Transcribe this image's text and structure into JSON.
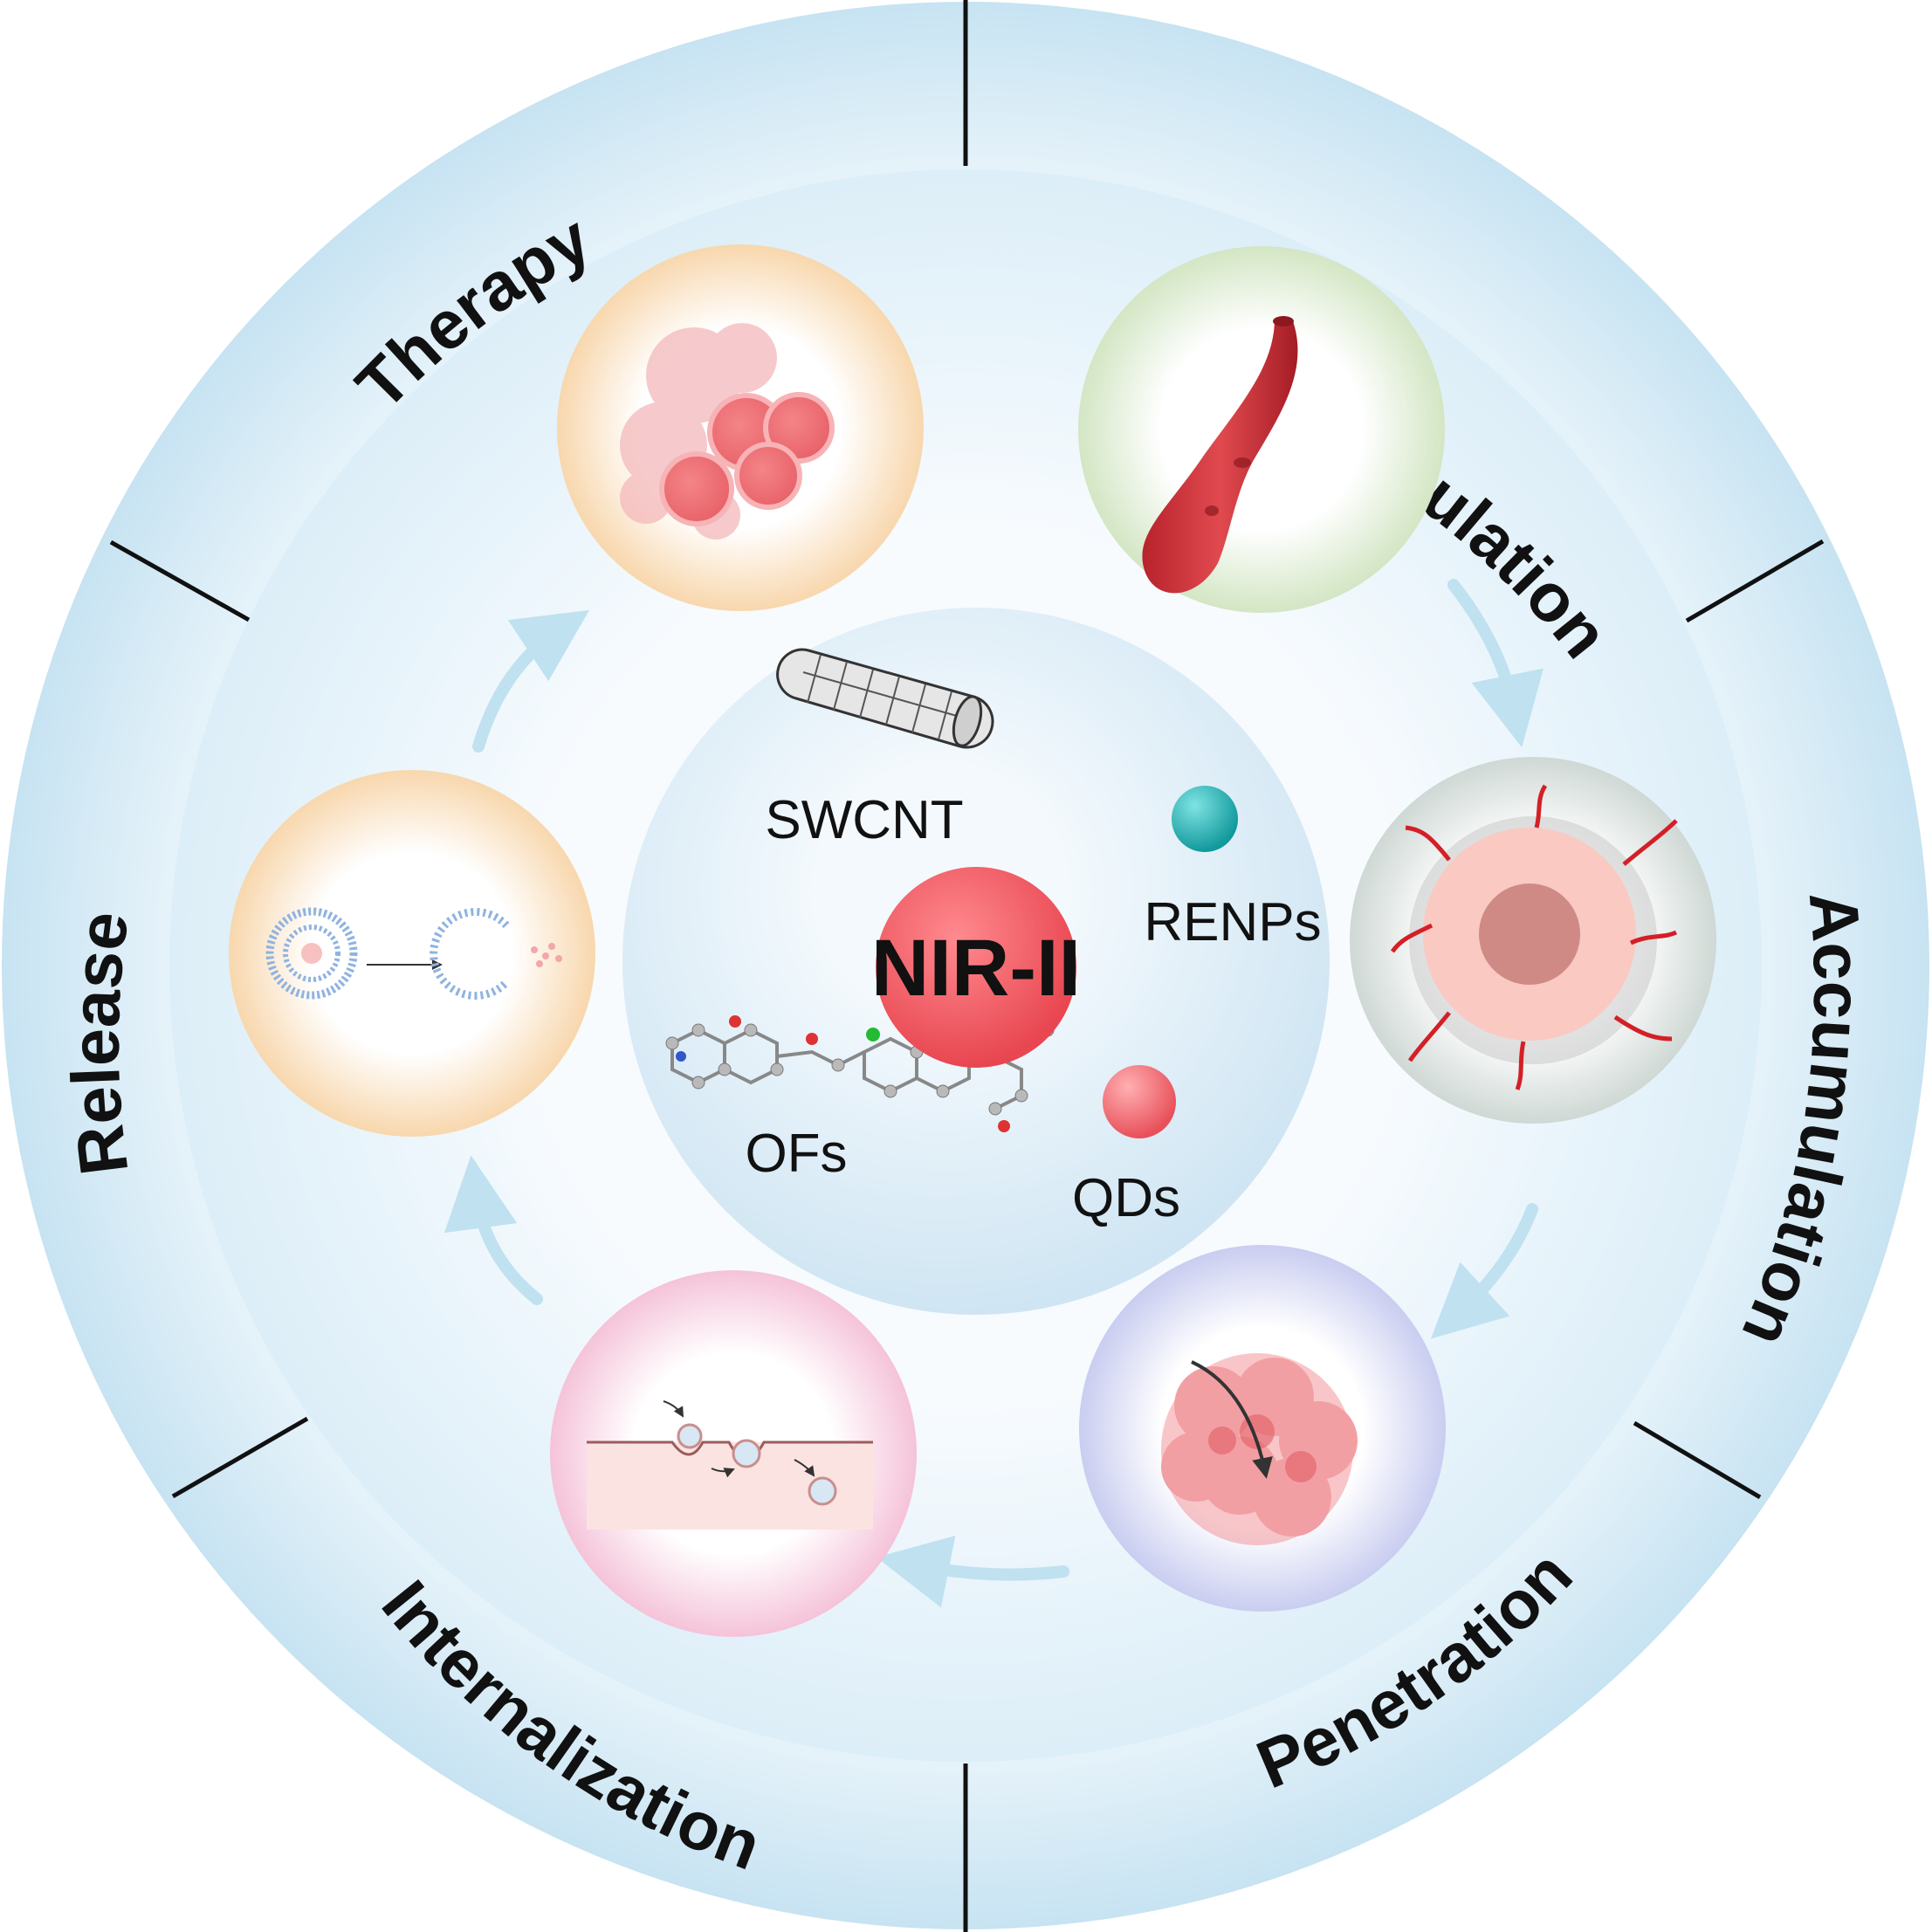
{
  "stages": [
    {
      "id": "circulation",
      "label": "Circulation"
    },
    {
      "id": "accumulation",
      "label": "Accumulation"
    },
    {
      "id": "penetration",
      "label": "Penetration"
    },
    {
      "id": "internalization",
      "label": "Internalization"
    },
    {
      "id": "release",
      "label": "Release"
    },
    {
      "id": "therapy",
      "label": "Therapy"
    }
  ],
  "center": {
    "core": "NIR-II",
    "probes": {
      "swcnt": "SWCNT",
      "renps": "RENPs",
      "ofs": "OFs",
      "qds": "QDs"
    }
  },
  "colors": {
    "ring_outer": "#cfe6f3",
    "ring_inner": "#e6f2f9",
    "center_sphere": "#d9ecf7",
    "core_red": "#ef5a63",
    "renp_teal": "#1aa6a9",
    "qd_red": "#f0656a",
    "arrow": "#bfe1f0",
    "divider": "#111111"
  }
}
